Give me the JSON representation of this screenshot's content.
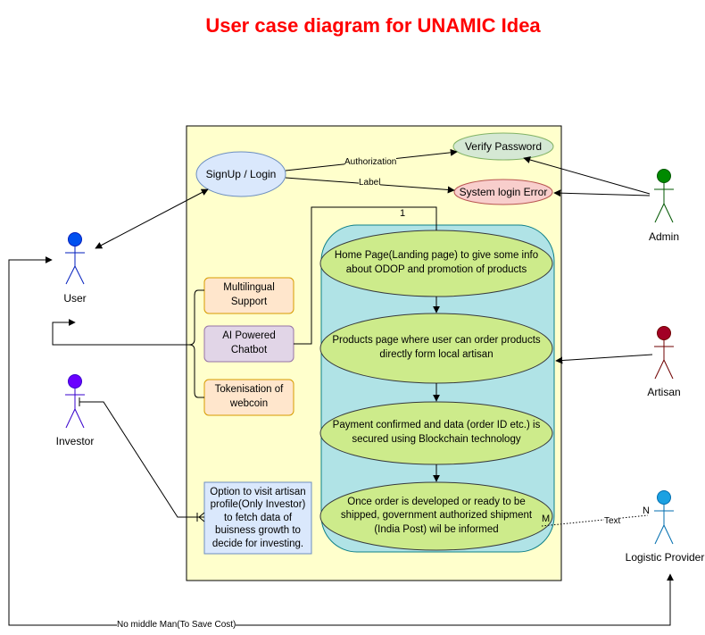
{
  "title": "User case diagram for UNAMIC Idea",
  "actors": {
    "user": "User",
    "investor": "Investor",
    "admin": "Admin",
    "artisan": "Artisan",
    "logistic": "Logistic Provider"
  },
  "use_cases": {
    "signup": "SignUp / Login",
    "verify": "Verify Password",
    "login_error": "System login Error",
    "home": "Home Page(Landing page) to give some info about ODOP and promotion of products",
    "products": "Products page where user can order products directly form local artisan",
    "payment": "Payment confirmed and data (order ID etc.) is secured using Blockchain technology",
    "shipping": "Once order is developed or ready to be shipped, government authorized shipment (India Post) wil be informed"
  },
  "features": {
    "multilingual": "Multilingual Support",
    "chatbot": "AI Powered Chatbot",
    "token": "Tokenisation of webcoin",
    "investor_option": "Option to visit artisan profile(Only Investor) to fetch data of buisness growth to decide for investing."
  },
  "edge_labels": {
    "authorization": "Authorization",
    "label": "Label",
    "one": "1",
    "m": "M",
    "n": "N",
    "text": "Text",
    "middle_man": "No middle Man(To Save Cost)"
  },
  "colors": {
    "title": "#ff0000",
    "system_boundary": "#ffffcc",
    "process_container": "#b0e3e6",
    "process_node": "#cdeb8b",
    "signup_fill": "#dae8fc",
    "verify_fill": "#d5e8d4",
    "error_fill": "#f8cecc",
    "feature_fill": "#ffe6cc",
    "chatbot_fill": "#e1d5e7",
    "user": "#0050ef",
    "investor": "#6a00ff",
    "admin": "#008a00",
    "artisan": "#a20025",
    "logistic": "#1ba1e2"
  }
}
